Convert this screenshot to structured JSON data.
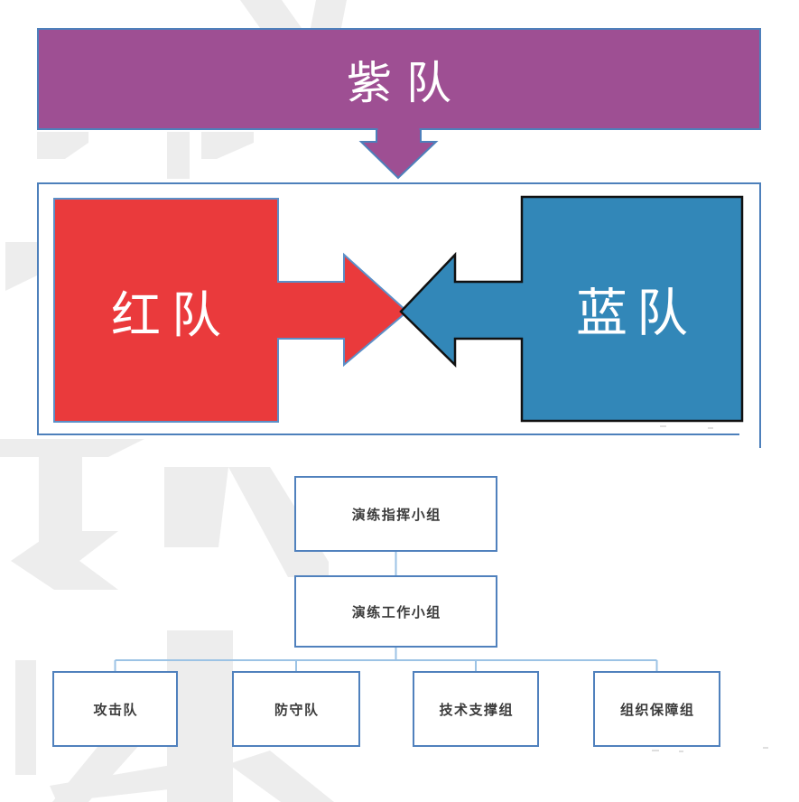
{
  "slide": {
    "purple_team_label": "紫队",
    "red_team_label": "红队",
    "blue_team_label": "蓝队"
  },
  "org_chart": {
    "command_group": "演练指挥小组",
    "working_group": "演练工作小组",
    "groups": [
      "攻击队",
      "防守队",
      "技术支撑组",
      "组织保障组"
    ]
  },
  "colors": {
    "purple": "#9e4f93",
    "red": "#ea3a3c",
    "blue": "#3287b8",
    "shape_outline": "#4d80bb",
    "red_outline": "#5b8fc8",
    "blue_outline": "#111111",
    "org_box_border": "#5081bd",
    "connector": "#9cc3e5",
    "watermark": "#ededed"
  }
}
